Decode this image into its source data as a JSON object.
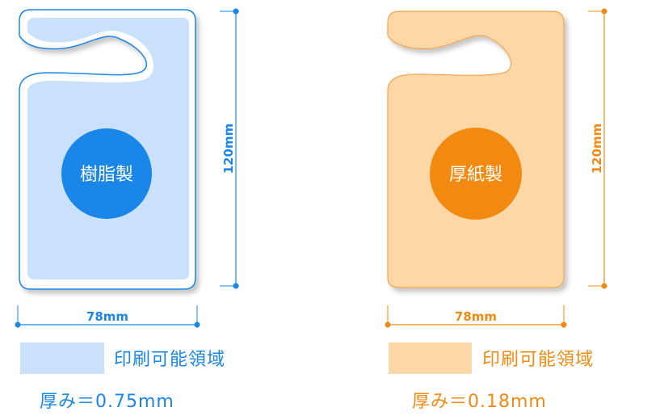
{
  "resin": {
    "badge_label": "樹脂製",
    "height_label": "120mm",
    "width_label": "78mm",
    "legend_label": "印刷可能領域",
    "thickness_label": "厚み＝0.75mm",
    "color_primary": "#1a86e8",
    "color_fill": "#c9e1fb"
  },
  "paper": {
    "badge_label": "厚紙製",
    "height_label": "120mm",
    "width_label": "78mm",
    "legend_label": "印刷可能領域",
    "thickness_label": "厚み＝0.18mm",
    "color_primary": "#f28a12",
    "color_fill": "#fdd7a6"
  }
}
